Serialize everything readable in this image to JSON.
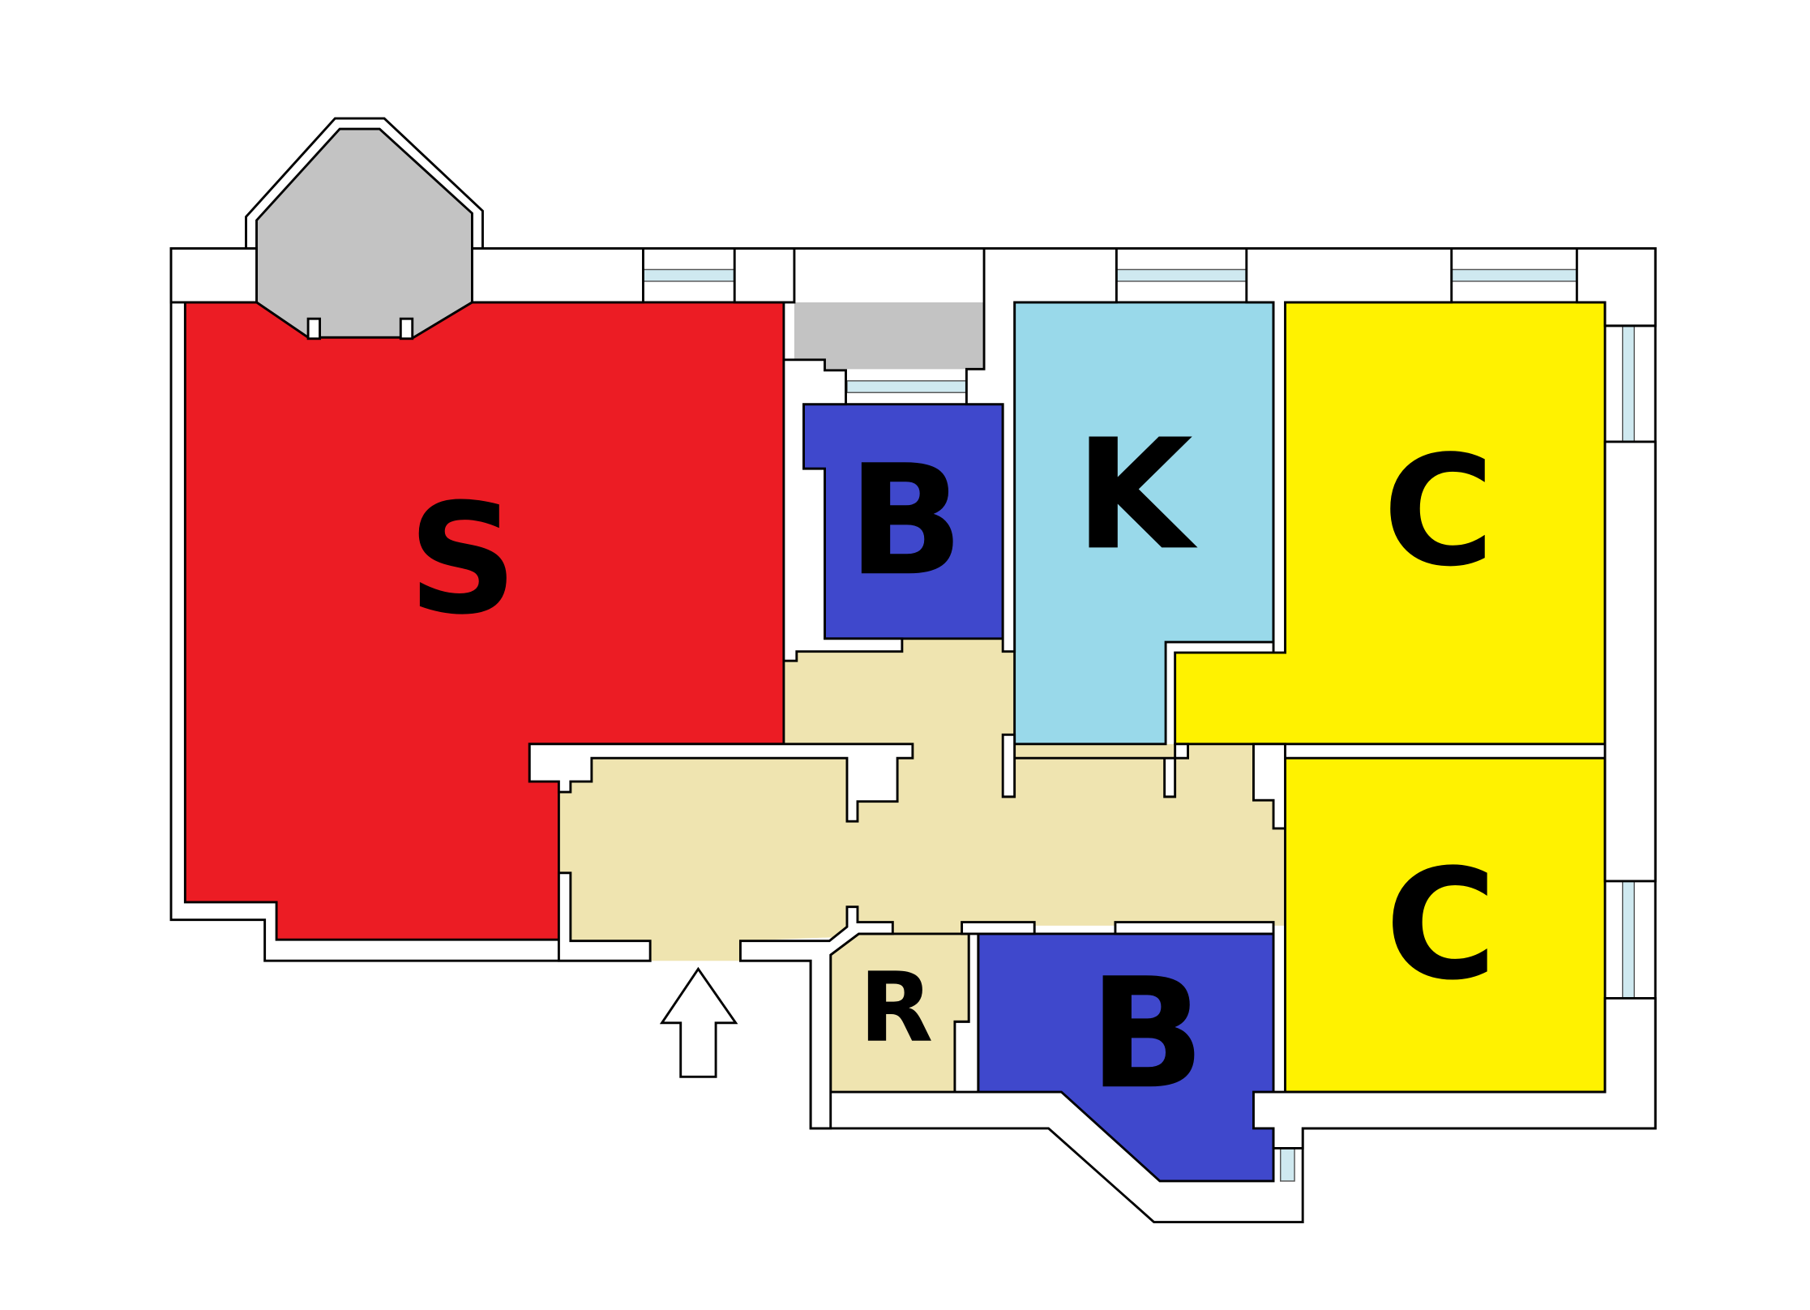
{
  "plan": {
    "colors": {
      "salon": "#ec1c24",
      "bathroom": "#3f48cc",
      "kitchen": "#99d9ea",
      "bedroom": "#fff200",
      "hall": "#efe4b0",
      "balcony": "#c3c3c3",
      "window": "#cfe9f0"
    },
    "rooms": [
      {
        "label": "S"
      },
      {
        "label": "B"
      },
      {
        "label": "K"
      },
      {
        "label": "C"
      },
      {
        "label": "C"
      },
      {
        "label": "B"
      },
      {
        "label": "R"
      }
    ],
    "entrance_icon": "arrow-up-icon"
  }
}
